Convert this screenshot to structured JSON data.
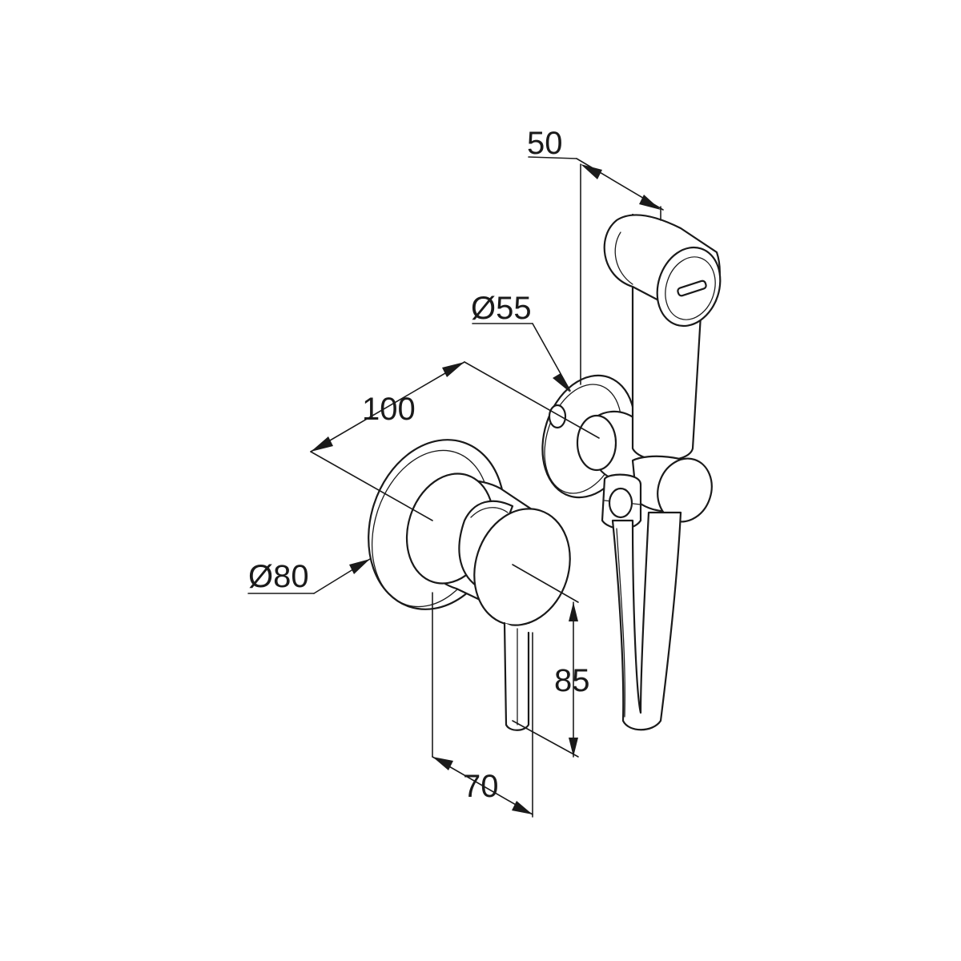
{
  "dimensions": {
    "width_top": "50",
    "diameter_holder": "Ø55",
    "depth": "100",
    "diameter_plate": "Ø80",
    "height": "85",
    "lever_offset": "70"
  }
}
